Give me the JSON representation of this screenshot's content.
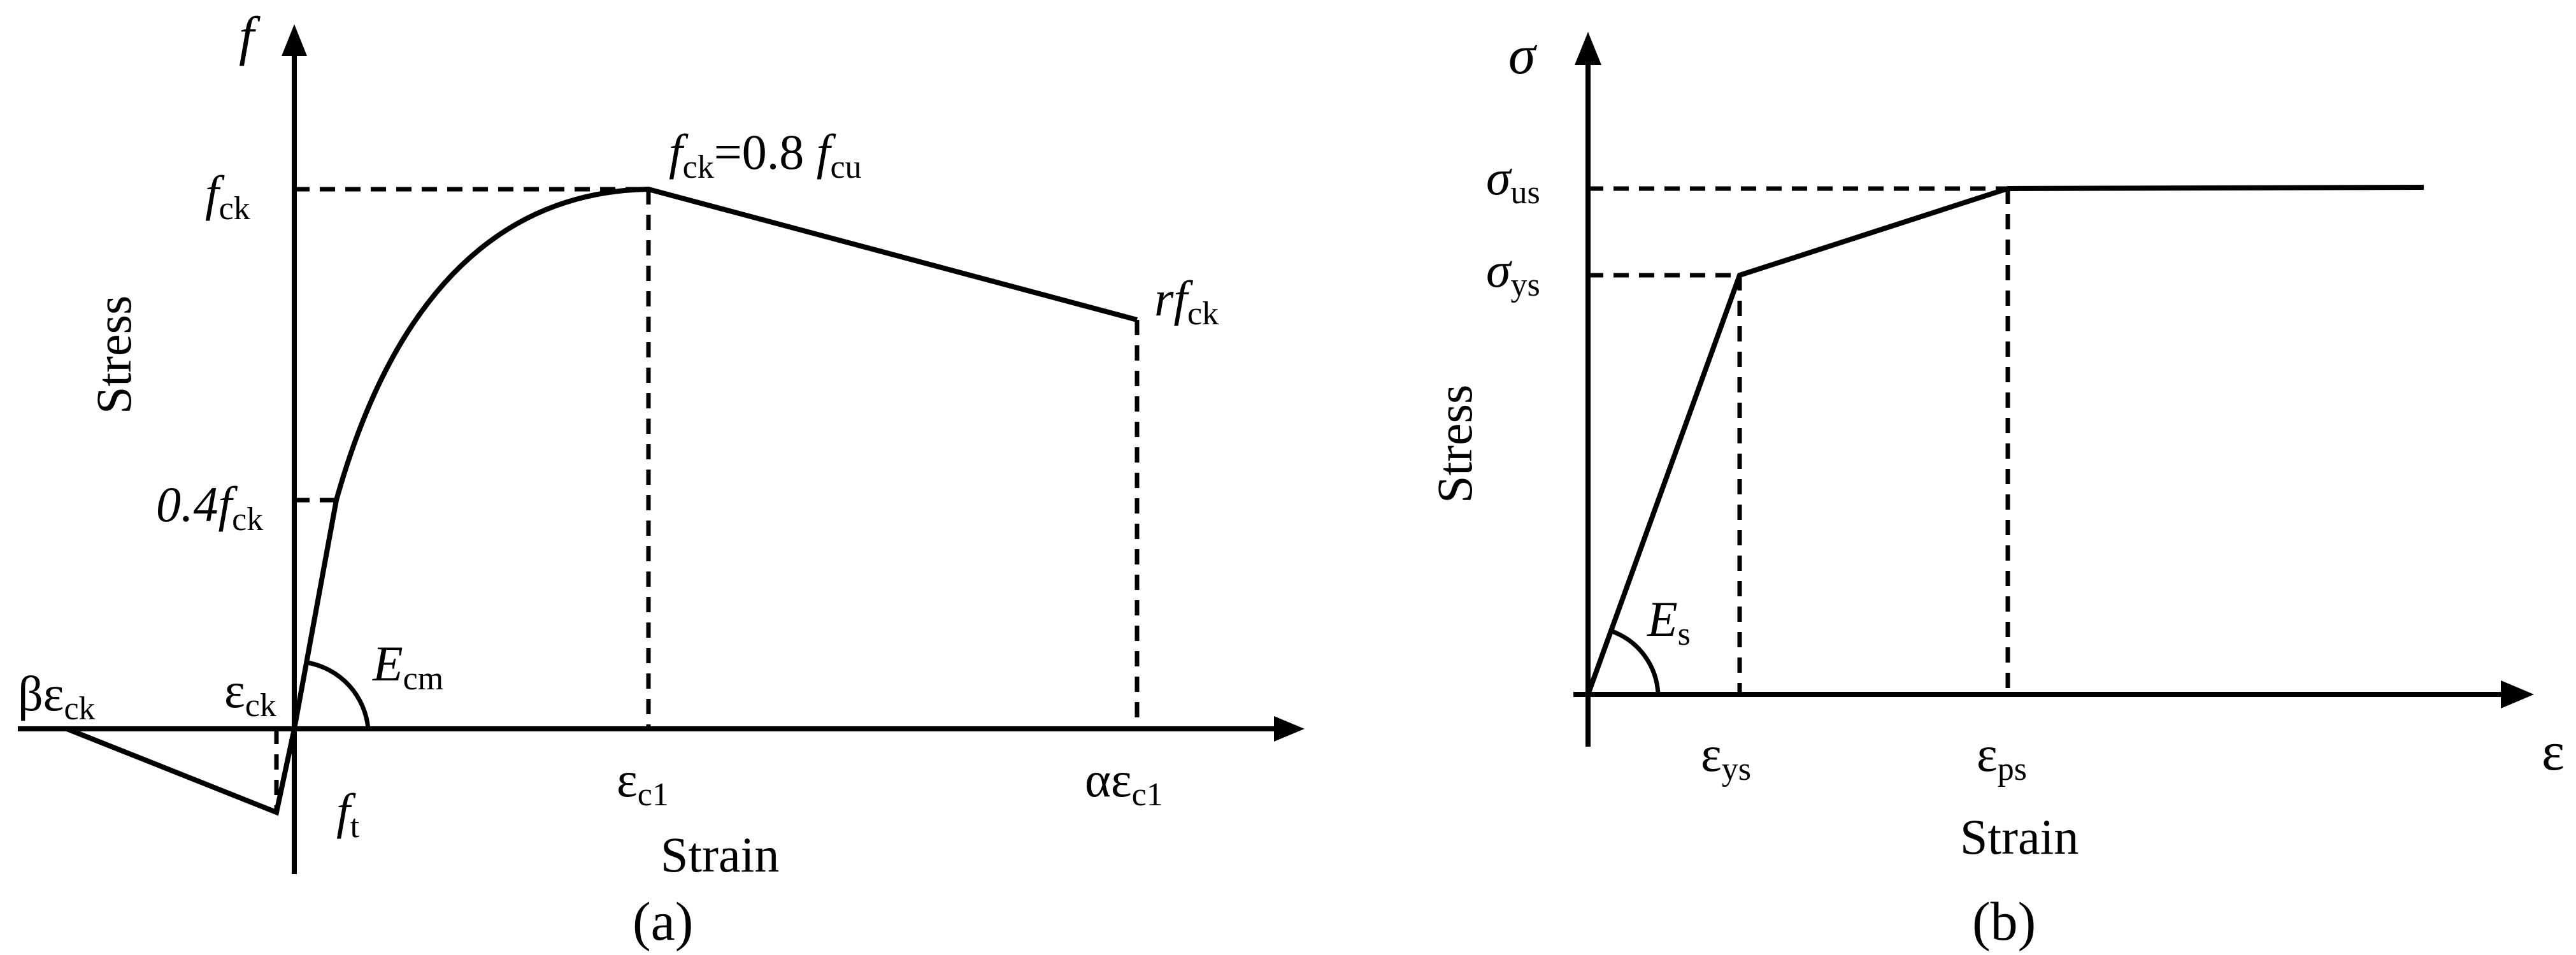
{
  "panel_a": {
    "caption": "(a)",
    "y_axis_symbol": "f",
    "y_axis_label": "Stress",
    "x_axis_label": "Strain",
    "fck_main": "f",
    "fck_sub": "ck",
    "peak_annotation": {
      "p1": "f",
      "p2": "ck",
      "p3": "=0.8 ",
      "p4": "f",
      "p5": "cu"
    },
    "r_fck": {
      "r": "r",
      "f": "f",
      "sub": "ck"
    },
    "point4": {
      "main": "0.4f",
      "sub": "ck"
    },
    "ecm": {
      "main": "E",
      "sub": "cm"
    },
    "beta_eps": {
      "main": "βε",
      "sub": "ck"
    },
    "eps_ck": {
      "main": "ε",
      "sub": "ck"
    },
    "ft": {
      "main": "f",
      "sub": "t"
    },
    "eps_c1": {
      "main": "ε",
      "sub": "c1"
    },
    "alpha_eps_c1": {
      "main": "αε",
      "sub": "c1"
    }
  },
  "panel_b": {
    "caption": "(b)",
    "y_axis_symbol": "σ",
    "y_axis_label": "Stress",
    "x_axis_label": "Strain",
    "x_axis_symbol": "ε",
    "sigma_us": {
      "main": "σ",
      "sub": "us"
    },
    "sigma_ys": {
      "main": "σ",
      "sub": "ys"
    },
    "es": {
      "main": "E",
      "sub": "s"
    },
    "eps_ys": {
      "main": "ε",
      "sub": "ys"
    },
    "eps_ps": {
      "main": "ε",
      "sub": "ps"
    }
  }
}
